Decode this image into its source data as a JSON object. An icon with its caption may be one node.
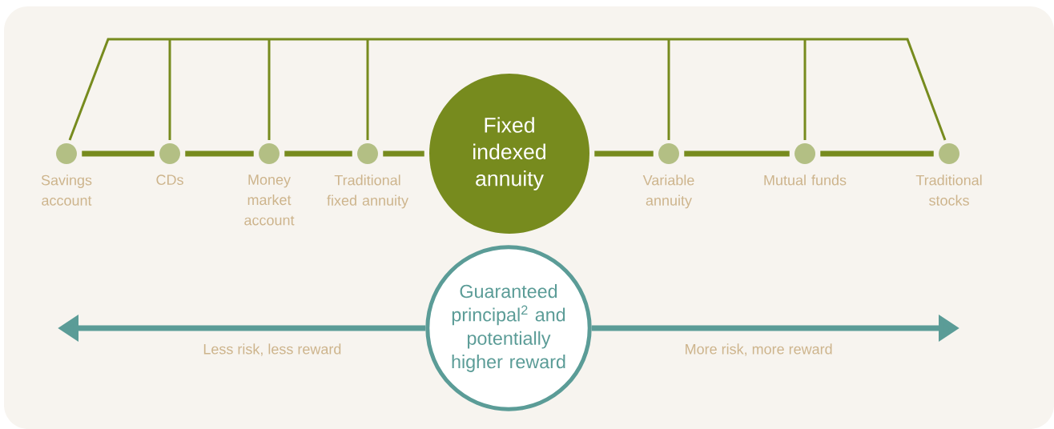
{
  "diagram": {
    "nodes": [
      {
        "text": [],
        "shape": "circle",
        "beside": [
          "Savings account"
        ]
      },
      {
        "text": [],
        "shape": "circle",
        "beside": [
          "CDs"
        ]
      },
      {
        "text": [],
        "shape": "circle",
        "beside": [
          "Money market account"
        ]
      },
      {
        "text": [],
        "shape": "circle",
        "beside": [
          "Traditional fixed annuity"
        ]
      },
      {
        "text": [
          "Fixed indexed annuity"
        ]
      },
      {
        "text": [],
        "shape": "circle",
        "beside": [
          "Variable annuity"
        ]
      },
      {
        "text": [],
        "shape": "circle",
        "beside": [
          "Mutual funds"
        ]
      },
      {
        "text": [],
        "shape": "circle",
        "beside": [
          "Traditional stocks"
        ]
      },
      {
        "text": [
          "Guaranteed principal$^{2}$ and potentially higher reward"
        ]
      }
    ],
    "edges": [
      {
        "from": 0,
        "to": 1,
        "arrow": "none"
      },
      {
        "from": 1,
        "to": 2,
        "arrow": "none"
      },
      {
        "from": 2,
        "to": 3,
        "arrow": "none"
      },
      {
        "from": 3,
        "to": 4,
        "arrow": "none"
      },
      {
        "from": 4,
        "to": 5,
        "arrow": "none"
      },
      {
        "from": 5,
        "to": 6,
        "arrow": "none"
      },
      {
        "from": 6,
        "to": 7,
        "arrow": "none"
      },
      {
        "from": 8,
        "to": null,
        "arrow": "to",
        "label": "Less risk, less reward",
        "color": "#5b9c97"
      },
      {
        "from": 8,
        "to": null,
        "arrow": "to",
        "label": "More risk, more reward",
        "color": "#5b9c97"
      }
    ]
  }
}
